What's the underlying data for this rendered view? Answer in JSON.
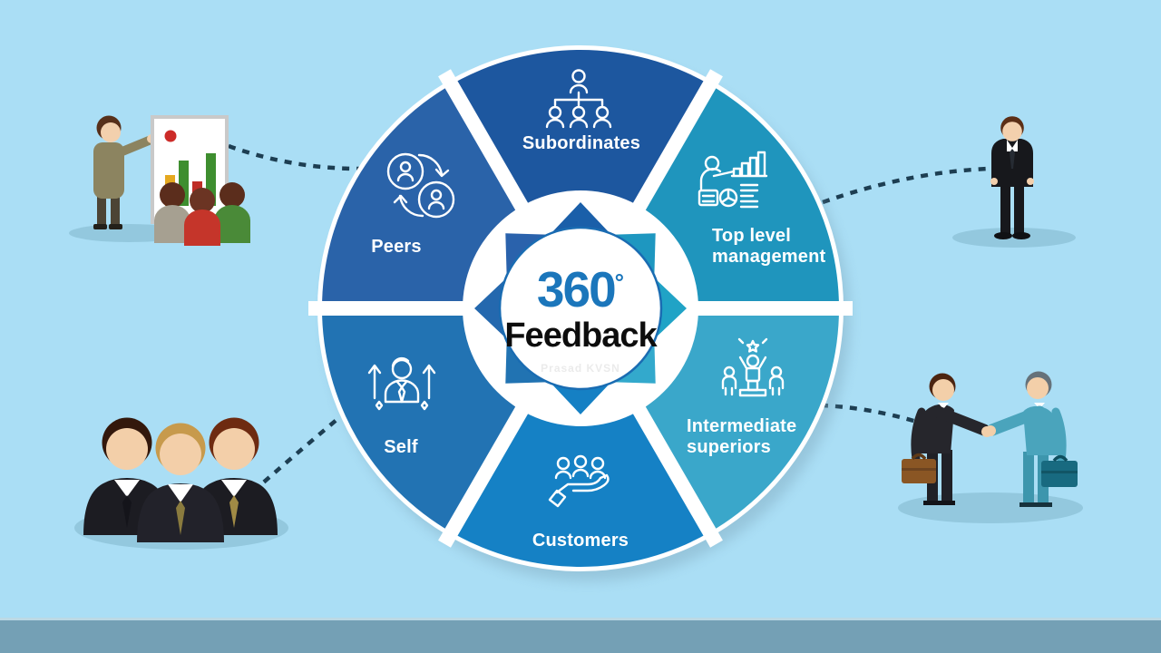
{
  "title": {
    "number": "360",
    "degree": "°",
    "word": "Feedback",
    "watermark": "Prasad KVSN"
  },
  "segments": [
    {
      "id": "subordinates",
      "label": "Subordinates",
      "color": "#1d579f",
      "icon": "org-hierarchy-icon"
    },
    {
      "id": "top-level-management",
      "label": "Top level management",
      "lines": [
        "Top level",
        "management"
      ],
      "color": "#1f95bd",
      "icon": "presenter-analytics-icon"
    },
    {
      "id": "intermediate-superiors",
      "label": "Intermediate superiors",
      "lines": [
        "Intermediate",
        "superiors"
      ],
      "color": "#3aa7ca",
      "icon": "achiever-podium-icon"
    },
    {
      "id": "customers",
      "label": "Customers",
      "color": "#1581c5",
      "icon": "people-in-hand-icon"
    },
    {
      "id": "self",
      "label": "Self",
      "color": "#2273b3",
      "icon": "self-growth-icon"
    },
    {
      "id": "peers",
      "label": "Peers",
      "color": "#2a63a9",
      "icon": "peer-exchange-icon"
    }
  ],
  "star_points": [
    "#1a5fa9",
    "#1e97c0",
    "#20a3c6",
    "#33a9cc",
    "#1580c4",
    "#2173b2",
    "#2468ae",
    "#2a62ac"
  ],
  "colors": {
    "background": "#aadef5",
    "footer_bar": "#74a0b5",
    "connector": "#1d3e52",
    "ring": "#1a6cb2",
    "center_number": "#1b76bb",
    "center_word": "#0d0d0d",
    "watermark": "#ebebeb"
  },
  "illustrations": [
    {
      "name": "presenter-with-audience",
      "position": "top-left"
    },
    {
      "name": "standing-businessman",
      "position": "top-right"
    },
    {
      "name": "three-businessmen",
      "position": "bottom-left"
    },
    {
      "name": "business-handshake",
      "position": "bottom-right"
    }
  ]
}
